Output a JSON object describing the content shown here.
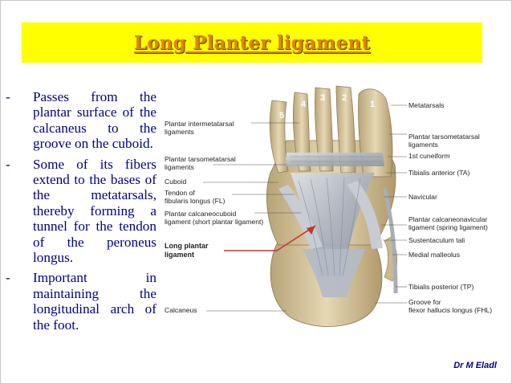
{
  "slide": {
    "title": "Long Planter ligament",
    "bullets": [
      "Passes from the plantar surface of the calcaneus to the groove on the cuboid.",
      "Some of its fibers extend to the bases of the metatarsals, thereby forming a tunnel for the tendon of the peroneus longus.",
      "Important in maintaining the longitudinal arch of the foot."
    ],
    "bullet_marker": "-",
    "author": "Dr M Eladl"
  },
  "figure": {
    "toe_numbers": [
      "5",
      "4",
      "3",
      "2",
      "1"
    ],
    "left_labels": [
      "Plantar intermetatarsal\nligaments",
      "Plantar tarsometatarsal\nligaments",
      "Cuboid",
      "Tendon of\nfibularis longus (FL)",
      "Plantar calcaneocuboid\nligament (short plantar ligament)",
      "Long plantar\nligament",
      "Calcaneus"
    ],
    "right_labels": [
      "Metatarsals",
      "Plantar tarsometatarsal\nligaments",
      "1st cuneiform",
      "Tibialis anterior (TA)",
      "Navicular",
      "Plantar calcaneonavicular\nligament (spring ligament)",
      "Sustentaculum tali",
      "Medial malleolus",
      "Tibialis posterior (TP)",
      "Groove for\nflexor hallucis longus (FHL)"
    ],
    "colors": {
      "bone": "#d9c8a0",
      "ligament": "#b9bfca",
      "arrow": "#c0392b"
    }
  }
}
